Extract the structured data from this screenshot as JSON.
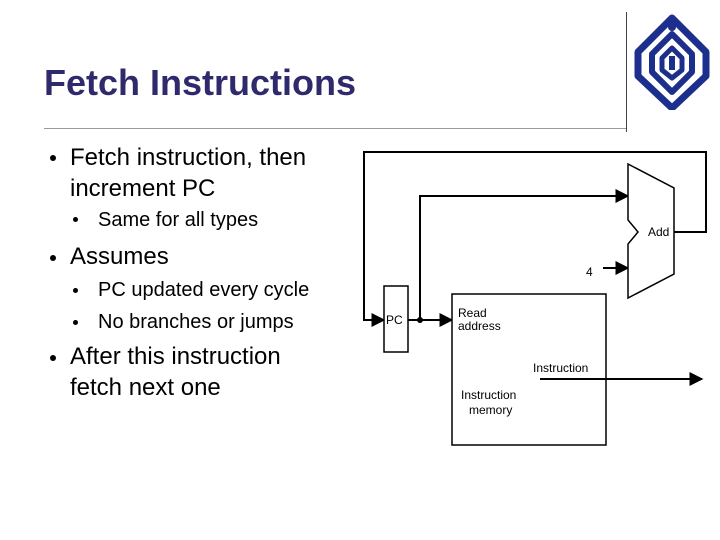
{
  "slide": {
    "title": "Fetch Instructions",
    "bullets": [
      {
        "text_lines": [
          "Fetch instruction, then",
          "increment PC"
        ],
        "sub": [
          "Same for all types"
        ]
      },
      {
        "text_lines": [
          "Assumes"
        ],
        "sub": [
          "PC updated every cycle",
          "No branches or jumps"
        ]
      },
      {
        "text_lines": [
          "After this instruction",
          "fetch next one"
        ],
        "sub": []
      }
    ]
  },
  "diagram": {
    "adder_label": "Add",
    "constant_label": "4",
    "pc_label": "PC",
    "read_address_lines": [
      "Read",
      "address"
    ],
    "instruction_output_label": "Instruction",
    "memory_label_lines": [
      "Instruction",
      "memory"
    ]
  },
  "colors": {
    "title": "#2e2a6b",
    "logo": "#1c2f8c",
    "lines": "#000000"
  },
  "icons": {
    "logo": "university-emblem-icon",
    "bullet": "bullet-dot-icon"
  }
}
